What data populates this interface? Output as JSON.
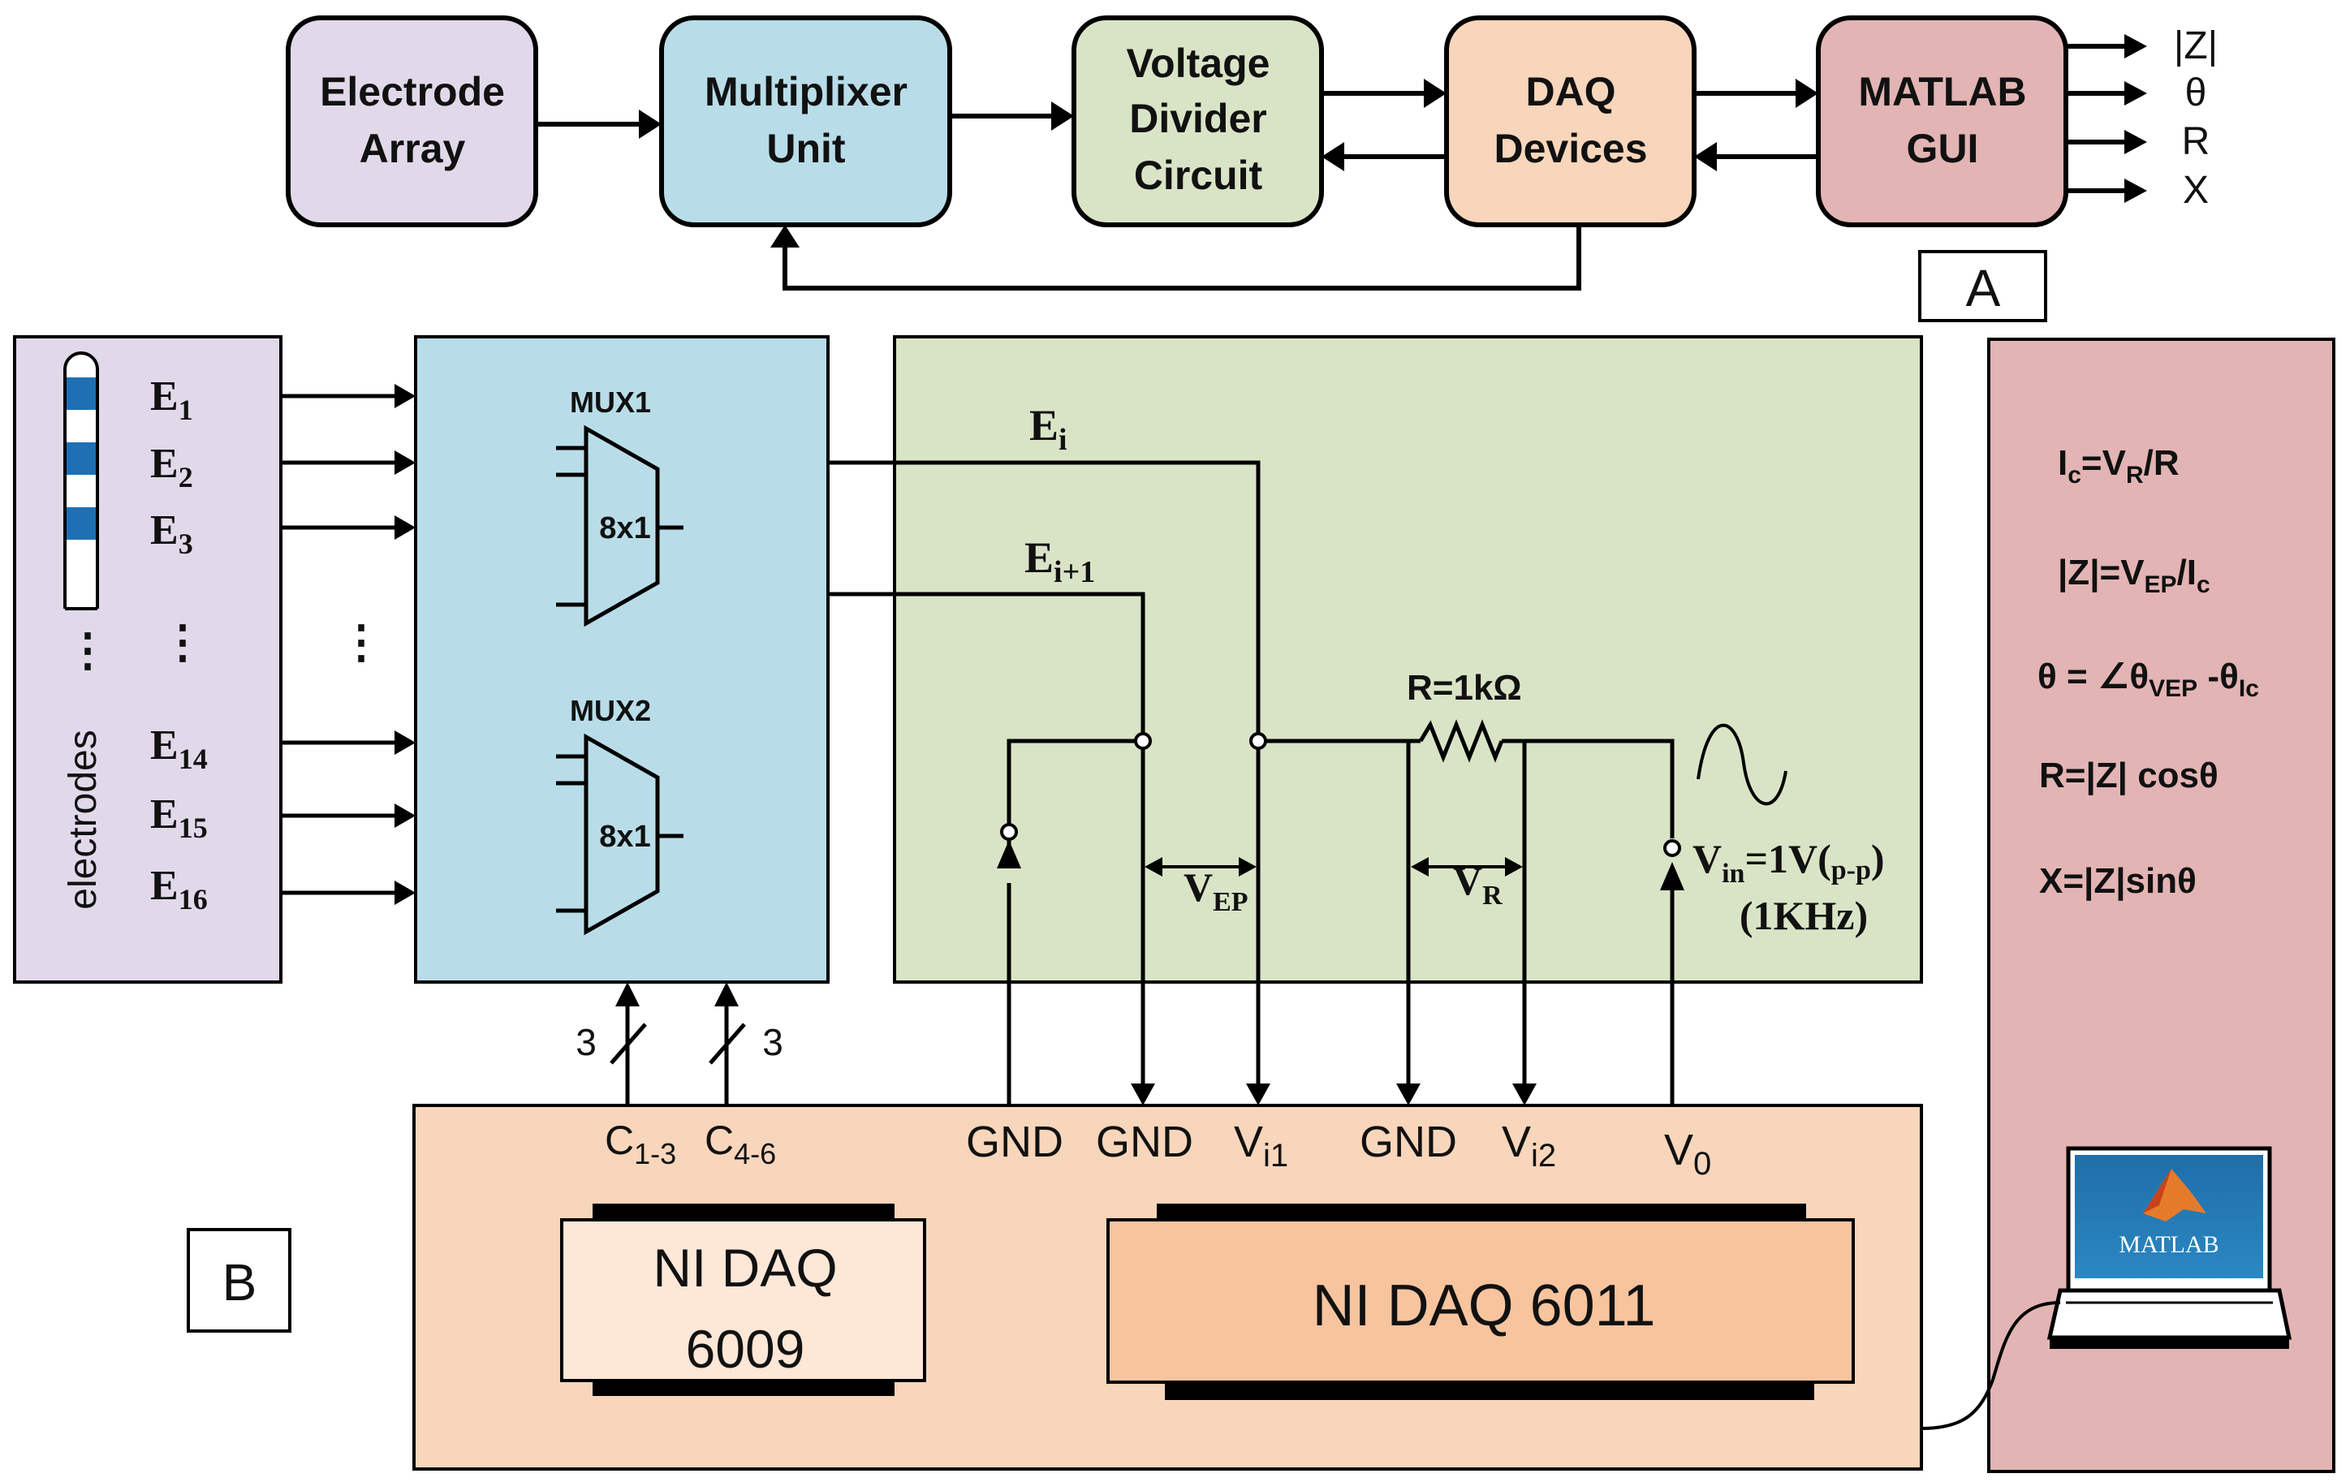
{
  "colors": {
    "electrode": "#e1d9ea",
    "mux": "#b9dde8",
    "divider": "#d9e4c6",
    "daq": "#f8d6bb",
    "matlab": "#e3b4b4",
    "daq6009": "#fde7d7",
    "daq6011": "#f7c49e",
    "electrode_blue": "#1f6fb4",
    "line": "#000000"
  },
  "panel_a": {
    "label": "A",
    "blocks": [
      {
        "line1": "Electrode",
        "line2": "Array"
      },
      {
        "line1": "Multiplixer",
        "line2": "Unit"
      },
      {
        "line1": "Voltage",
        "line2": "Divider",
        "line3": "Circuit"
      },
      {
        "line1": "DAQ",
        "line2": "Devices"
      },
      {
        "line1": "MATLAB",
        "line2": "GUI"
      }
    ],
    "outputs": [
      "|Z|",
      "θ",
      "R",
      "X"
    ]
  },
  "panel_b": {
    "label": "B",
    "electrode_caption": "electrodes",
    "electrodes": [
      {
        "main": "E",
        "sub": "1"
      },
      {
        "main": "E",
        "sub": "2"
      },
      {
        "main": "E",
        "sub": "3"
      },
      {
        "main": "E",
        "sub": "14"
      },
      {
        "main": "E",
        "sub": "15"
      },
      {
        "main": "E",
        "sub": "16"
      }
    ],
    "ellipsis": "⋮",
    "mux": [
      {
        "name": "MUX1",
        "label": "8x1"
      },
      {
        "name": "MUX2",
        "label": "8x1"
      }
    ],
    "bus_width": "3",
    "signals": {
      "ei": {
        "main": "E",
        "sub": "i"
      },
      "ei1": {
        "main": "E",
        "sub": "i+1"
      }
    },
    "resistor": "R=1kΩ",
    "vep": {
      "main": "V",
      "sub": "EP"
    },
    "vr": {
      "main": "V",
      "sub": "R"
    },
    "vin": {
      "main": "V",
      "sub": "in",
      "rest": "=1V(",
      "sub2": "p-p",
      "close": ")"
    },
    "freq": "(1KHz)",
    "control_pins": [
      {
        "main": "C",
        "sub": "1-3"
      },
      {
        "main": "C",
        "sub": "4-6"
      }
    ],
    "pins": [
      {
        "main": "GND",
        "sub": ""
      },
      {
        "main": "GND",
        "sub": ""
      },
      {
        "main": "V",
        "sub": "i1"
      },
      {
        "main": "GND",
        "sub": ""
      },
      {
        "main": "V",
        "sub": "i2"
      },
      {
        "main": "V",
        "sub": "0"
      }
    ],
    "daq1": {
      "line1": "NI DAQ",
      "line2": "6009"
    },
    "daq2": "NI DAQ 6011",
    "equations": [
      {
        "a": "I",
        "as": "c",
        "b": "=V",
        "bs": "R",
        "c": "/R"
      },
      {
        "a": "|Z|=V",
        "as": "EP",
        "b": "/I",
        "bs": "c",
        "c": ""
      },
      {
        "a": "θ = ∠θ",
        "as": "VEP",
        "b": " -θ",
        "bs": "Ic",
        "c": ""
      },
      {
        "a": "R=|Z| cosθ",
        "as": "",
        "b": "",
        "bs": "",
        "c": ""
      },
      {
        "a": "X=|Z|sinθ",
        "as": "",
        "b": "",
        "bs": "",
        "c": ""
      }
    ],
    "matlab_logo": "MATLAB"
  }
}
